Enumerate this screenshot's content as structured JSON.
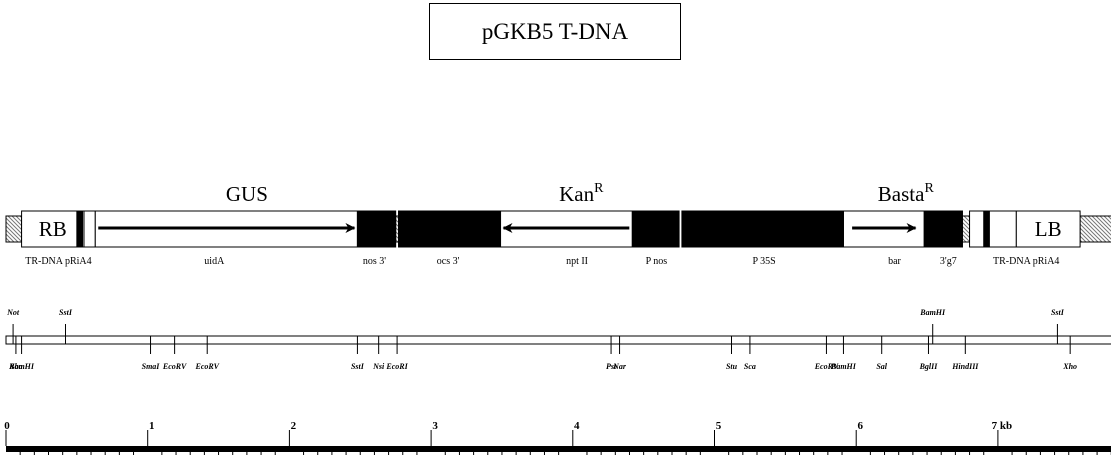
{
  "title": "pGKB5 T-DNA",
  "map_length_kb": 7.85,
  "colors": {
    "ink": "#000000",
    "paper": "#ffffff",
    "hatch": "#9a9a9a"
  },
  "border_boxes": [
    {
      "key": "rb",
      "label": "RB",
      "start": 0.11,
      "end": 0.55
    },
    {
      "key": "lb",
      "label": "LB",
      "start": 7.13,
      "end": 7.58
    }
  ],
  "dark_blocks": [
    {
      "key": "left-border-bar",
      "start": 0.5,
      "end": 0.54
    },
    {
      "key": "nos3",
      "start": 2.48,
      "end": 2.75
    },
    {
      "key": "ocs3",
      "start": 2.77,
      "end": 3.49
    },
    {
      "key": "pnos",
      "start": 4.42,
      "end": 4.75
    },
    {
      "key": "p35s",
      "start": 4.77,
      "end": 5.91
    },
    {
      "key": "3g7",
      "start": 6.48,
      "end": 6.75
    },
    {
      "key": "right-border-bar",
      "start": 6.9,
      "end": 6.94
    }
  ],
  "light_blocks": [
    {
      "key": "rb-spacer",
      "start": 0.55,
      "end": 0.63
    },
    {
      "key": "uida",
      "start": 0.63,
      "end": 2.48
    },
    {
      "key": "nptii",
      "start": 3.49,
      "end": 4.42
    },
    {
      "key": "bar-gene",
      "start": 5.91,
      "end": 6.48
    },
    {
      "key": "lb-spacer",
      "start": 6.8,
      "end": 7.13
    }
  ],
  "hatched_blocks": [
    {
      "key": "right-flank",
      "start": 0.0,
      "end": 0.11
    },
    {
      "key": "junction-nos-ocs",
      "start": 2.75,
      "end": 2.77
    },
    {
      "key": "junction-3g7",
      "start": 6.75,
      "end": 6.8
    },
    {
      "key": "left-flank",
      "start": 7.58,
      "end": 7.85
    }
  ],
  "genes": [
    {
      "key": "gus",
      "name": "GUS",
      "superscript": "",
      "label_at": 1.7,
      "arrow_from": 0.63,
      "arrow_to": 2.48
    },
    {
      "key": "kan",
      "name": "Kan",
      "superscript": "R",
      "label_at": 4.06,
      "arrow_from": 4.42,
      "arrow_to": 3.49
    },
    {
      "key": "basta",
      "name": "Basta",
      "superscript": "R",
      "label_at": 6.35,
      "arrow_from": 5.95,
      "arrow_to": 6.44
    }
  ],
  "segment_labels": [
    {
      "key": "tr-dna-pria4-right",
      "text": "TR-DNA pRiA4",
      "at": 0.37
    },
    {
      "key": "uida",
      "text": "uidA",
      "at": 1.47
    },
    {
      "key": "nos3",
      "text": "nos 3'",
      "at": 2.6
    },
    {
      "key": "ocs3",
      "text": "ocs 3'",
      "at": 3.12
    },
    {
      "key": "nptii",
      "text": "npt II",
      "at": 4.03
    },
    {
      "key": "pnos",
      "text": "P nos",
      "at": 4.59
    },
    {
      "key": "p35s",
      "text": "P 35S",
      "at": 5.35
    },
    {
      "key": "bar",
      "text": "bar",
      "at": 6.27
    },
    {
      "key": "3g7",
      "text": "3'g7",
      "at": 6.65
    },
    {
      "key": "tr-dna-pria4-left",
      "text": "TR-DNA pRiA4",
      "at": 7.2
    }
  ],
  "sites_top": [
    {
      "key": "not",
      "label": "Not",
      "at": 0.05
    },
    {
      "key": "sst-1",
      "label": "SstI",
      "at": 0.42
    },
    {
      "key": "bamhi-top",
      "label": "BamHI",
      "at": 6.54
    },
    {
      "key": "sst-2",
      "label": "SstI",
      "at": 7.42
    }
  ],
  "sites_bottom": [
    {
      "key": "xba",
      "label": "Xba",
      "at": 0.07
    },
    {
      "key": "bamhi-1",
      "label": "BamHI",
      "at": 0.11
    },
    {
      "key": "smai",
      "label": "SmaI",
      "at": 1.02
    },
    {
      "key": "ecorv-1",
      "label": "EcoRV",
      "at": 1.19
    },
    {
      "key": "ecorv-2",
      "label": "EcoRV",
      "at": 1.42
    },
    {
      "key": "sst-3",
      "label": "SstI",
      "at": 2.48
    },
    {
      "key": "nsi",
      "label": "Nsi",
      "at": 2.63
    },
    {
      "key": "ecori",
      "label": "EcoRI",
      "at": 2.76
    },
    {
      "key": "pst",
      "label": "Pst",
      "at": 4.27
    },
    {
      "key": "nar",
      "label": "Nar",
      "at": 4.33
    },
    {
      "key": "stu",
      "label": "Stu",
      "at": 5.12
    },
    {
      "key": "sca",
      "label": "Sca",
      "at": 5.25
    },
    {
      "key": "ecorv-3",
      "label": "EcoRV",
      "at": 5.79
    },
    {
      "key": "bamhi-2",
      "label": "BamHI",
      "at": 5.91
    },
    {
      "key": "sali",
      "label": "Sal",
      "at": 6.18
    },
    {
      "key": "bglii",
      "label": "BglII",
      "at": 6.51
    },
    {
      "key": "hindiii",
      "label": "HindIII",
      "at": 6.77
    },
    {
      "key": "xho",
      "label": "Xho",
      "at": 7.51
    }
  ],
  "scale": {
    "ticks": [
      {
        "value": 0,
        "label": "0"
      },
      {
        "value": 1,
        "label": "1"
      },
      {
        "value": 2,
        "label": "2"
      },
      {
        "value": 3,
        "label": "3"
      },
      {
        "value": 4,
        "label": "4"
      },
      {
        "value": 5,
        "label": "5"
      },
      {
        "value": 6,
        "label": "6"
      },
      {
        "value": 7,
        "label": "7 kb"
      }
    ],
    "minor_step": 0.1
  }
}
